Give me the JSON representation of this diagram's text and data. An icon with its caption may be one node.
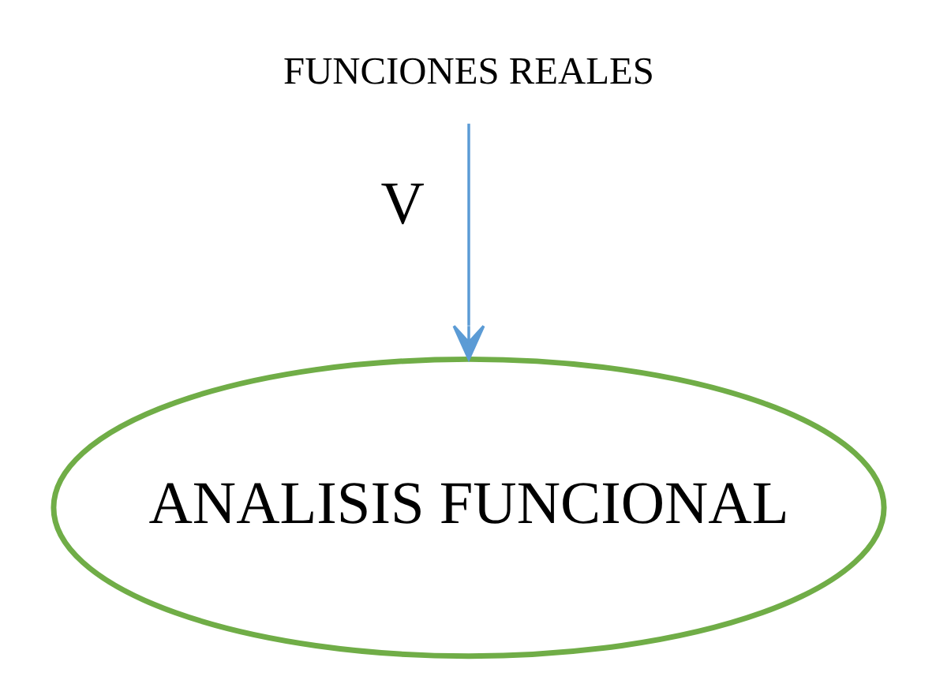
{
  "diagram": {
    "nodes": [
      {
        "text": [
          "FUNCIONES REALES"
        ]
      },
      {
        "text": [
          "ANALISIS FUNCIONAL"
        ]
      }
    ],
    "edges": [
      {
        "from": 0,
        "to": 1,
        "arrow": "to",
        "label": "V",
        "color": "#5b9bd5"
      }
    ]
  }
}
